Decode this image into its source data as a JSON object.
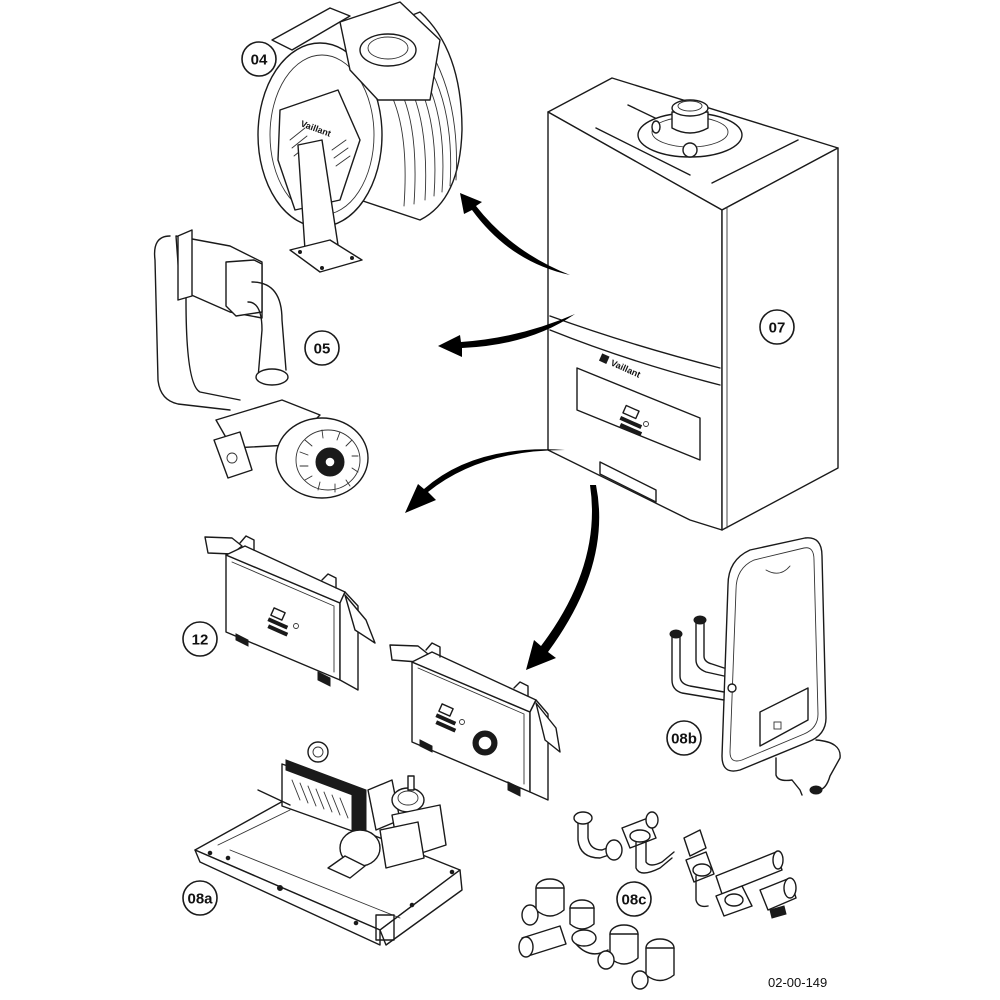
{
  "figure": {
    "title": "Exploded parts overview",
    "brand_label": "Vaillant",
    "reference_code": "02-00-149",
    "line_color": "#1a1a1a",
    "background_color": "#ffffff"
  },
  "callouts": [
    {
      "id": "04",
      "label": "04",
      "component": "burner-heat-cell"
    },
    {
      "id": "05",
      "label": "05",
      "component": "fan-and-air-duct"
    },
    {
      "id": "07",
      "label": "07",
      "component": "boiler-casing"
    },
    {
      "id": "12",
      "label": "12",
      "component": "electronics-box"
    },
    {
      "id": "08b",
      "label": "08b",
      "component": "expansion-vessel"
    },
    {
      "id": "08a",
      "label": "08a",
      "component": "hydraulic-block"
    },
    {
      "id": "08c",
      "label": "08c",
      "component": "connection-fittings"
    }
  ],
  "arrows": [
    {
      "from": "07",
      "to": "04"
    },
    {
      "from": "07",
      "to": "05"
    },
    {
      "from": "07",
      "to": "12"
    },
    {
      "from": "07",
      "to": "electronics-box-alt"
    }
  ]
}
